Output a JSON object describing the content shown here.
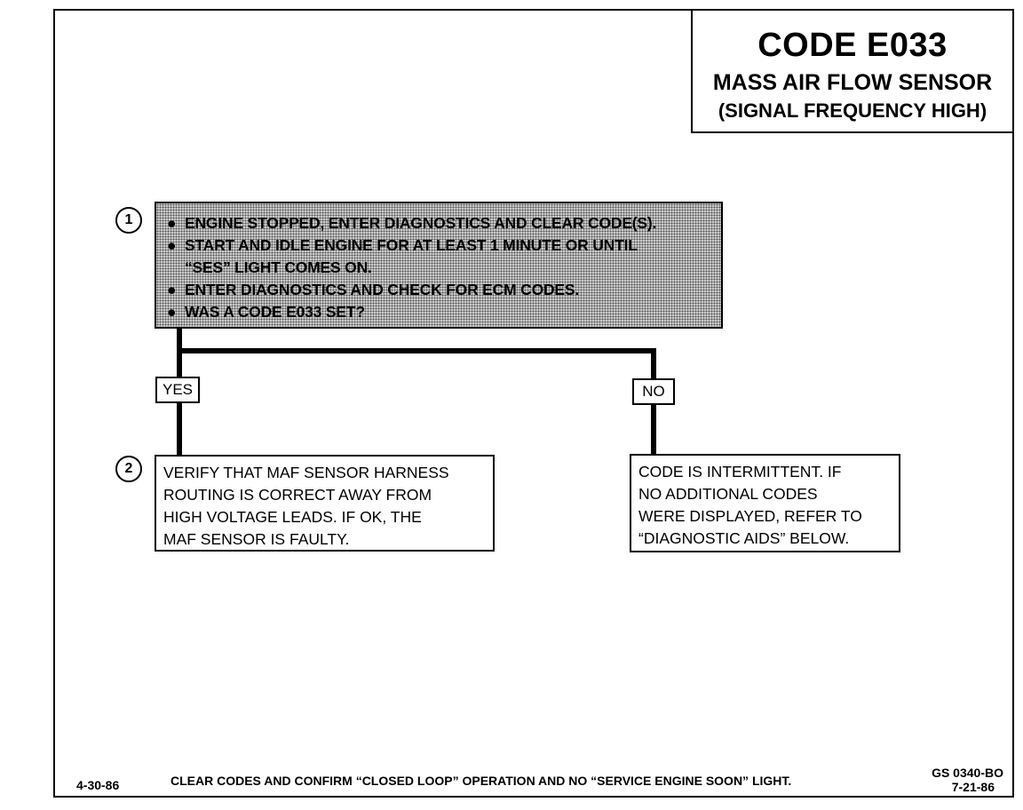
{
  "title": {
    "code": "CODE E033",
    "name": "MASS AIR FLOW SENSOR",
    "subtitle": "(SIGNAL FREQUENCY HIGH)"
  },
  "step1": {
    "number": "1",
    "bullets": [
      "ENGINE STOPPED, ENTER DIAGNOSTICS AND CLEAR CODE(S).",
      "START AND IDLE ENGINE FOR AT LEAST 1 MINUTE OR UNTIL",
      "ENTER DIAGNOSTICS AND CHECK FOR ECM CODES.",
      "WAS A CODE E033 SET?"
    ],
    "bullet2_cont": "“SES” LIGHT COMES ON."
  },
  "branches": {
    "yes": "YES",
    "no": "NO"
  },
  "step2": {
    "number": "2",
    "lines": [
      "VERIFY THAT MAF SENSOR HARNESS",
      "ROUTING IS CORRECT AWAY FROM",
      "HIGH VOLTAGE LEADS.  IF OK,  THE",
      "MAF SENSOR IS FAULTY."
    ]
  },
  "no_result": {
    "lines": [
      "CODE IS INTERMITTENT. IF",
      "NO ADDITIONAL CODES",
      "WERE DISPLAYED, REFER TO",
      "“DIAGNOSTIC AIDS” BELOW."
    ]
  },
  "footer": {
    "date_left": "4-30-86",
    "instruction": "CLEAR CODES AND CONFIRM “CLOSED LOOP”  OPERATION AND NO “SERVICE ENGINE SOON” LIGHT.",
    "doc_id": "GS 0340-BO",
    "date_right": "7-21-86"
  }
}
